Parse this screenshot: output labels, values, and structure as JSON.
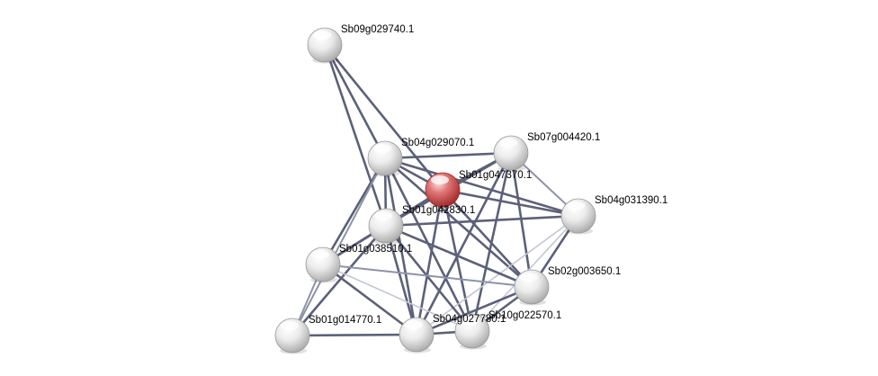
{
  "network": {
    "nodes": [
      {
        "id": "n1",
        "label": "Sb09g029740.1",
        "query": false
      },
      {
        "id": "n2",
        "label": "Sb04g029070.1",
        "query": false
      },
      {
        "id": "n3",
        "label": "Sb07g004420.1",
        "query": false
      },
      {
        "id": "n4",
        "label": "Sb01g047370.1",
        "query": true
      },
      {
        "id": "n5",
        "label": "Sb04g031390.1",
        "query": false
      },
      {
        "id": "n6",
        "label": "Sb01g042830.1",
        "query": false
      },
      {
        "id": "n7",
        "label": "Sb01g038510.1",
        "query": false
      },
      {
        "id": "n8",
        "label": "Sb02g003650.1",
        "query": false
      },
      {
        "id": "n9",
        "label": "Sb01g014770.1",
        "query": false
      },
      {
        "id": "n10",
        "label": "Sb04g027780.1",
        "query": false
      },
      {
        "id": "n11",
        "label": "Sb10g022570.1",
        "query": false
      }
    ],
    "edges": [
      {
        "source": "n1",
        "target": "n2",
        "strength": "strong"
      },
      {
        "source": "n1",
        "target": "n6",
        "strength": "strong"
      },
      {
        "source": "n1",
        "target": "n4",
        "strength": "strong"
      },
      {
        "source": "n2",
        "target": "n3",
        "strength": "strong"
      },
      {
        "source": "n2",
        "target": "n4",
        "strength": "strong"
      },
      {
        "source": "n2",
        "target": "n5",
        "strength": "strong"
      },
      {
        "source": "n2",
        "target": "n6",
        "strength": "strong"
      },
      {
        "source": "n2",
        "target": "n7",
        "strength": "strong"
      },
      {
        "source": "n2",
        "target": "n8",
        "strength": "strong"
      },
      {
        "source": "n2",
        "target": "n10",
        "strength": "strong"
      },
      {
        "source": "n2",
        "target": "n11",
        "strength": "strong"
      },
      {
        "source": "n3",
        "target": "n4",
        "strength": "strong"
      },
      {
        "source": "n3",
        "target": "n5",
        "strength": "medium"
      },
      {
        "source": "n3",
        "target": "n6",
        "strength": "strong"
      },
      {
        "source": "n3",
        "target": "n8",
        "strength": "strong"
      },
      {
        "source": "n3",
        "target": "n10",
        "strength": "strong"
      },
      {
        "source": "n3",
        "target": "n11",
        "strength": "strong"
      },
      {
        "source": "n4",
        "target": "n5",
        "strength": "strong"
      },
      {
        "source": "n4",
        "target": "n6",
        "strength": "strong"
      },
      {
        "source": "n4",
        "target": "n7",
        "strength": "strong"
      },
      {
        "source": "n4",
        "target": "n8",
        "strength": "strong"
      },
      {
        "source": "n4",
        "target": "n10",
        "strength": "strong"
      },
      {
        "source": "n4",
        "target": "n11",
        "strength": "strong"
      },
      {
        "source": "n5",
        "target": "n6",
        "strength": "strong"
      },
      {
        "source": "n5",
        "target": "n8",
        "strength": "strong"
      },
      {
        "source": "n5",
        "target": "n10",
        "strength": "weak"
      },
      {
        "source": "n5",
        "target": "n11",
        "strength": "weak"
      },
      {
        "source": "n6",
        "target": "n7",
        "strength": "strong"
      },
      {
        "source": "n6",
        "target": "n8",
        "strength": "strong"
      },
      {
        "source": "n6",
        "target": "n9",
        "strength": "strong"
      },
      {
        "source": "n6",
        "target": "n10",
        "strength": "strong"
      },
      {
        "source": "n6",
        "target": "n11",
        "strength": "strong"
      },
      {
        "source": "n7",
        "target": "n8",
        "strength": "medium"
      },
      {
        "source": "n7",
        "target": "n9",
        "strength": "medium"
      },
      {
        "source": "n7",
        "target": "n10",
        "strength": "strong"
      },
      {
        "source": "n7",
        "target": "n11",
        "strength": "weak"
      },
      {
        "source": "n8",
        "target": "n10",
        "strength": "strong"
      },
      {
        "source": "n8",
        "target": "n11",
        "strength": "strong"
      },
      {
        "source": "n9",
        "target": "n10",
        "strength": "strong"
      },
      {
        "source": "n10",
        "target": "n11",
        "strength": "strong"
      },
      {
        "source": "n2",
        "target": "n9",
        "strength": "medium"
      }
    ],
    "colors": {
      "edge_strong": "#5b6178",
      "edge_medium": "#8d93a8",
      "edge_weak": "#c3c7d3",
      "node_default": "#f2f2f2",
      "node_default_shade": "#9a9a9a",
      "node_query": "#f0a0a0",
      "node_query_shade": "#a02828"
    }
  }
}
